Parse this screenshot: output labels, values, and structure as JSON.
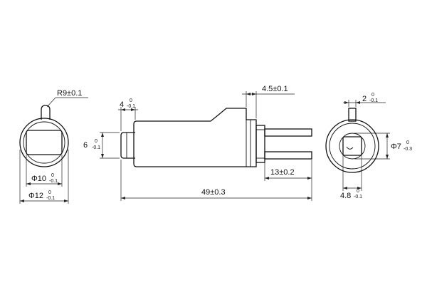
{
  "dimensions": {
    "radius": {
      "main": "R9±0.1"
    },
    "inner_diameter": {
      "main": "Φ10",
      "upper": "0",
      "lower": "-0.1"
    },
    "outer_diameter": {
      "main": "Φ12",
      "upper": "0",
      "lower": "-0.1"
    },
    "front_length": {
      "main": "4",
      "upper": "0",
      "lower": "-0.1"
    },
    "front_height": {
      "main": "6",
      "upper": "0",
      "lower": "-0.1"
    },
    "tab_offset": {
      "main": "4.5±0.1"
    },
    "pin_length": {
      "main": "13±0.2"
    },
    "total_length": {
      "main": "49±0.3"
    },
    "key_width": {
      "main": "2",
      "upper": "0",
      "lower": "-0.1"
    },
    "bore_diameter": {
      "main": "Φ7",
      "upper": "0",
      "lower": "-0.3"
    },
    "flat_width": {
      "main": "4.8",
      "upper": "0",
      "lower": "-0.1"
    }
  },
  "colors": {
    "line": "#111111",
    "background": "#ffffff"
  }
}
